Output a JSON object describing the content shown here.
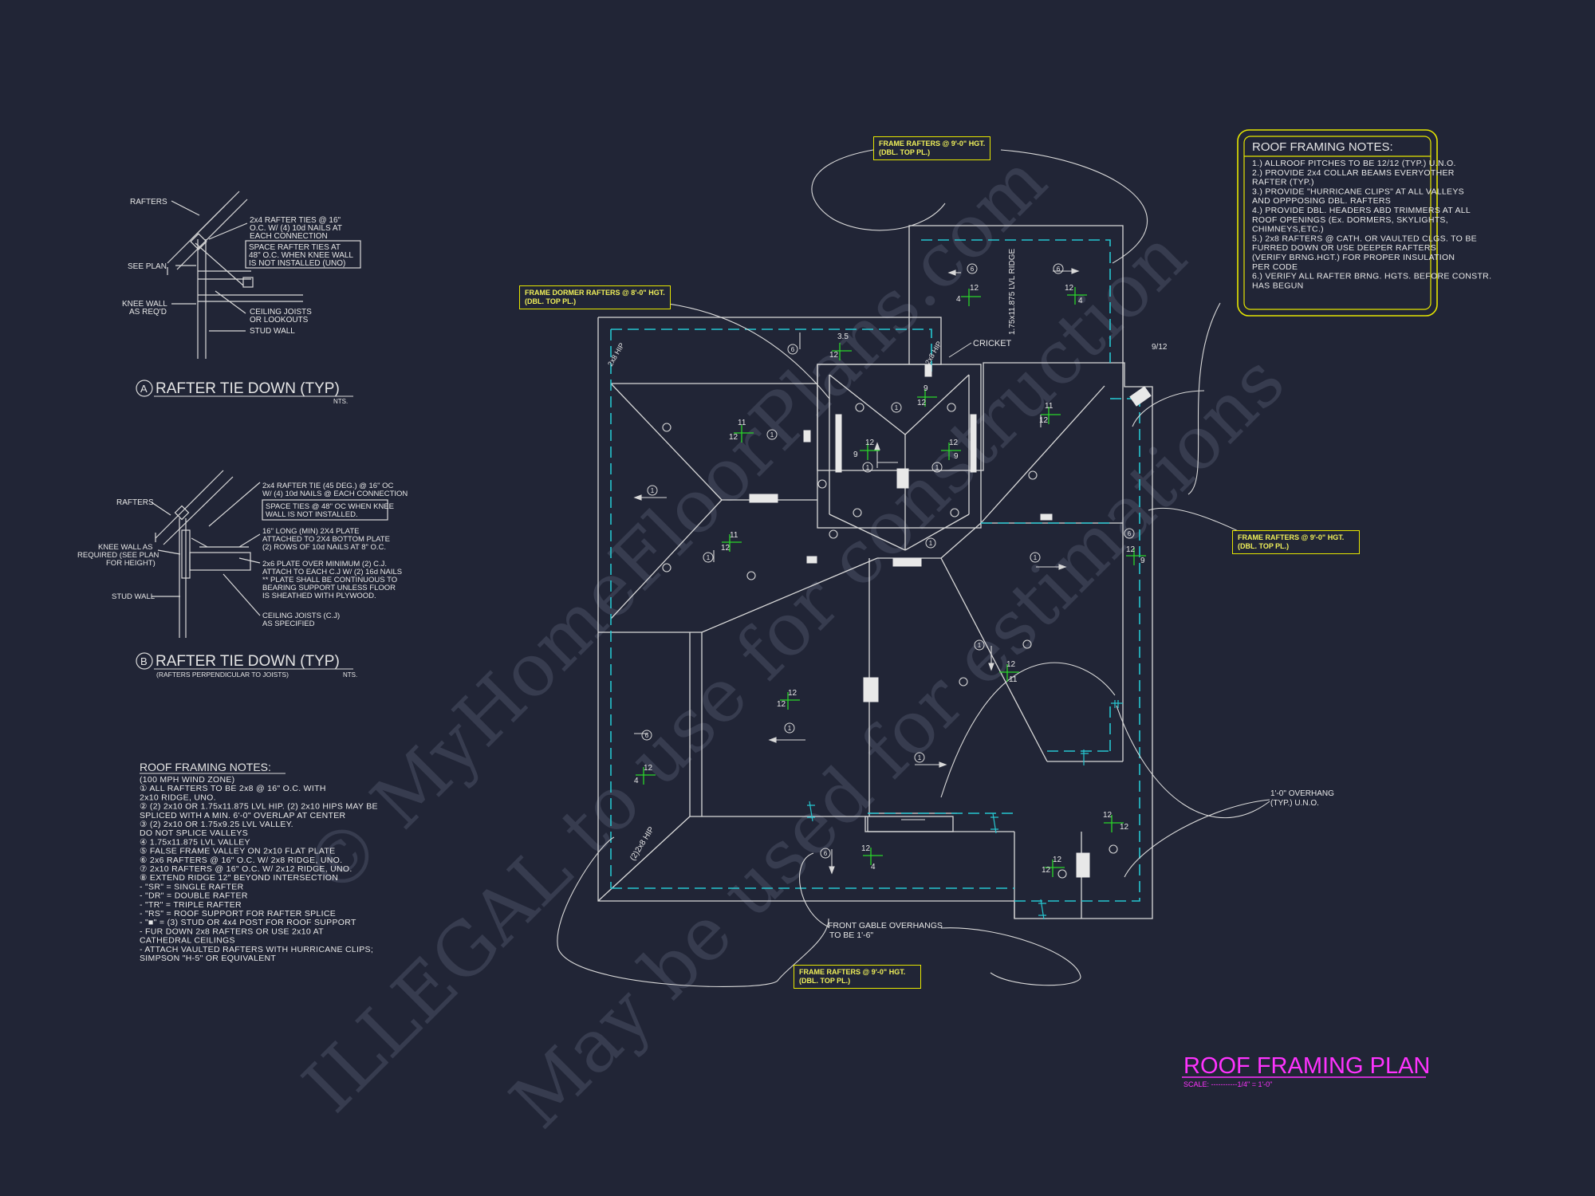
{
  "watermark": {
    "line1": "© MyHomeFloorPlans.com",
    "line2": "ILLEGAL to use for construction",
    "line3": "May be used for estimations"
  },
  "detail_a": {
    "title": "RAFTER TIE DOWN (TYP)",
    "marker": "A",
    "scale": "NTS.",
    "labels": {
      "rafters": "RAFTERS",
      "see_plan": "SEE PLAN",
      "knee_wall": "KNEE WALL\nAS REQ'D",
      "rafter_ties": "2x4 RAFTER TIES @ 16\"\nO.C. W/ (4) 10d NAILS AT\nEACH CONNECTION",
      "space_ties": "SPACE RAFTER TIES AT\n48\" O.C. WHEN KNEE WALL\nIS NOT INSTALLED (UNO)",
      "ceiling_joists": "CEILING JOISTS\nOR LOOKOUTS",
      "stud_wall": "STUD WALL"
    }
  },
  "detail_b": {
    "title": "RAFTER TIE DOWN (TYP)",
    "marker": "B",
    "subtitle": "(RAFTERS PERPENDICULAR TO JOISTS)",
    "scale": "NTS.",
    "labels": {
      "rafters": "RAFTERS",
      "knee_wall": "KNEE WALL AS\nREQUIRED (SEE PLAN\nFOR HEIGHT)",
      "stud_wall": "STUD WALL",
      "rafter_tie": "2x4 RAFTER TIE (45 DEG.) @ 16\" OC\nW/ (4) 10d NAILS @ EACH CONNECTION",
      "space_ties": "SPACE TIES @ 48\" OC WHEN KNEE\nWALL IS NOT INSTALLED.",
      "plate_16": "16\" LONG (MIN) 2X4 PLATE\nATTACHED TO 2X4 BOTTOM PLATE\n(2) ROWS OF 10d NAILS AT 8\" O.C.",
      "plate_2x6": "2x6 PLATE OVER MINIMUM (2) C.J.\nATTACH TO EACH C.J W/ (2) 16d NAILS\n** PLATE SHALL BE CONTINUOUS TO\nBEARING SUPPORT UNLESS FLOOR\nIS SHEATHED WITH PLYWOOD.",
      "ceiling_joists": "CEILING JOISTS (C.J)\nAS SPECIFIED"
    }
  },
  "notes_left": {
    "heading": "ROOF FRAMING NOTES:",
    "lines": [
      "(100 MPH WIND ZONE)",
      "① ALL RAFTERS TO BE 2x8 @ 16\" O.C. WITH",
      "    2x10 RIDGE, UNO.",
      "② (2) 2x10 OR 1.75x11.875 LVL HIP. (2) 2x10 HIPS MAY BE",
      "    SPLICED WITH A MIN. 6'-0\" OVERLAP AT CENTER",
      "③ (2) 2x10 OR 1.75x9.25 LVL VALLEY.",
      "    DO NOT SPLICE VALLEYS",
      "④ 1.75x11.875 LVL VALLEY",
      "⑤ FALSE FRAME VALLEY ON 2x10 FLAT PLATE",
      "⑥ 2x6 RAFTERS @ 16\" O.C. W/ 2x8 RIDGE, UNO.",
      "⑦ 2x10 RAFTERS @ 16\" O.C. W/ 2x12 RIDGE, UNO.",
      "⑧ EXTEND RIDGE 12\" BEYOND INTERSECTION",
      "-  \"SR\" = SINGLE RAFTER",
      "-  \"DR\" = DOUBLE RAFTER",
      "-  \"TR\" = TRIPLE RAFTER",
      "-  \"RS\" = ROOF SUPPORT FOR RAFTER SPLICE",
      "-  \"■\" = (3) STUD OR 4x4 POST FOR ROOF SUPPORT",
      "-  FUR DOWN 2x8 RAFTERS OR USE 2x10 AT",
      "    CATHEDRAL CEILINGS",
      "-  ATTACH VAULTED RAFTERS WITH HURRICANE CLIPS;",
      "    SIMPSON \"H-5\" OR EQUIVALENT"
    ]
  },
  "notes_right": {
    "heading": "ROOF FRAMING NOTES:",
    "lines": [
      "1.) ALLROOF PITCHES TO BE 12/12 (TYP.) U.N.O.",
      "2.) PROVIDE 2x4 COLLAR BEAMS EVERYOTHER",
      "     RAFTER (TYP.)",
      "3.) PROVIDE \"HURRICANE CLIPS\" AT ALL VALLEYS",
      "     AND OPPPOSING DBL. RAFTERS",
      "4.) PROVIDE DBL. HEADERS ABD TRIMMERS AT ALL",
      "     ROOF OPENINGS (Ex. DORMERS, SKYLIGHTS,",
      "     CHIMNEYS,ETC.)",
      "5.) 2x8 RAFTERS @ CATH. OR VAULTED CLGS. TO BE",
      "     FURRED DOWN OR USE DEEPER RAFTERS",
      "     (VERIFY BRNG.HGT.) FOR PROPER INSULATION",
      "     PER CODE",
      "6.) VERIFY ALL RAFTER BRNG. HGTS. BEFORE CONSTR.",
      "     HAS BEGUN"
    ]
  },
  "callouts": {
    "top": "FRAME RAFTERS @ 9'-0\" HGT.\n(DBL. TOP PL.)",
    "dormer": "FRAME DORMER RAFTERS @ 8'-0\" HGT.\n(DBL. TOP PL.)",
    "right": "FRAME RAFTERS @ 9'-0\" HGT.\n(DBL. TOP PL.)",
    "bottom": "FRAME RAFTERS @ 9'-0\" HGT.\n(DBL. TOP PL.)"
  },
  "plan_labels": {
    "cricket": "CRICKET",
    "lvl_ridge": "1.75x11.875 LVL RIDGE",
    "pitch_9_12": "9/12",
    "overhang": "1'-0\" OVERHANG\n(TYP.) U.N.O.",
    "front_gable": "FRONT GABLE OVERHANGS\nTO BE 1'-6\"",
    "hip_2x8": "2x8 HIP",
    "hip_2_2x8": "(2)2x8 HIP",
    "ridge_2x8": "2x8 HIP"
  },
  "plan_title": {
    "title": "ROOF FRAMING PLAN",
    "scale": "SCALE: -----------1/4\" = 1'-0\""
  },
  "colors": {
    "background": "#212536",
    "linework": "#d9d9d9",
    "cyan_dash": "#26c6d0",
    "callout_yellow": "#e6e600",
    "pitch_green": "#29d629",
    "title_magenta": "#ff33ff"
  }
}
